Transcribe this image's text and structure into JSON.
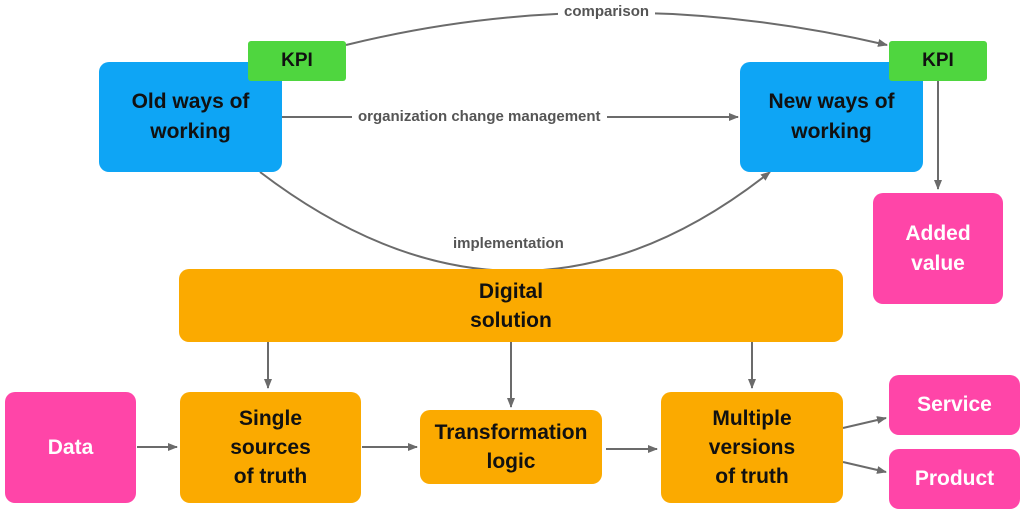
{
  "nodes": {
    "old_ways": "Old ways of\nworking",
    "new_ways": "New ways of\nworking",
    "kpi_old": "KPI",
    "kpi_new": "KPI",
    "added_value": "Added\nvalue",
    "digital_solution": "Digital\nsolution",
    "data": "Data",
    "single_sources": "Single\nsources\nof truth",
    "transformation": "Transformation\nlogic",
    "multiple_versions": "Multiple\nversions\nof truth",
    "service": "Service",
    "product": "Product"
  },
  "edges": {
    "comparison": "comparison",
    "ocm": "organization change management",
    "implementation": "implementation"
  },
  "colors": {
    "blue": "#0ea5f5",
    "orange": "#fbaa00",
    "pink": "#ff45a8",
    "green": "#4fd63f",
    "edge": "#6b6b6b"
  }
}
